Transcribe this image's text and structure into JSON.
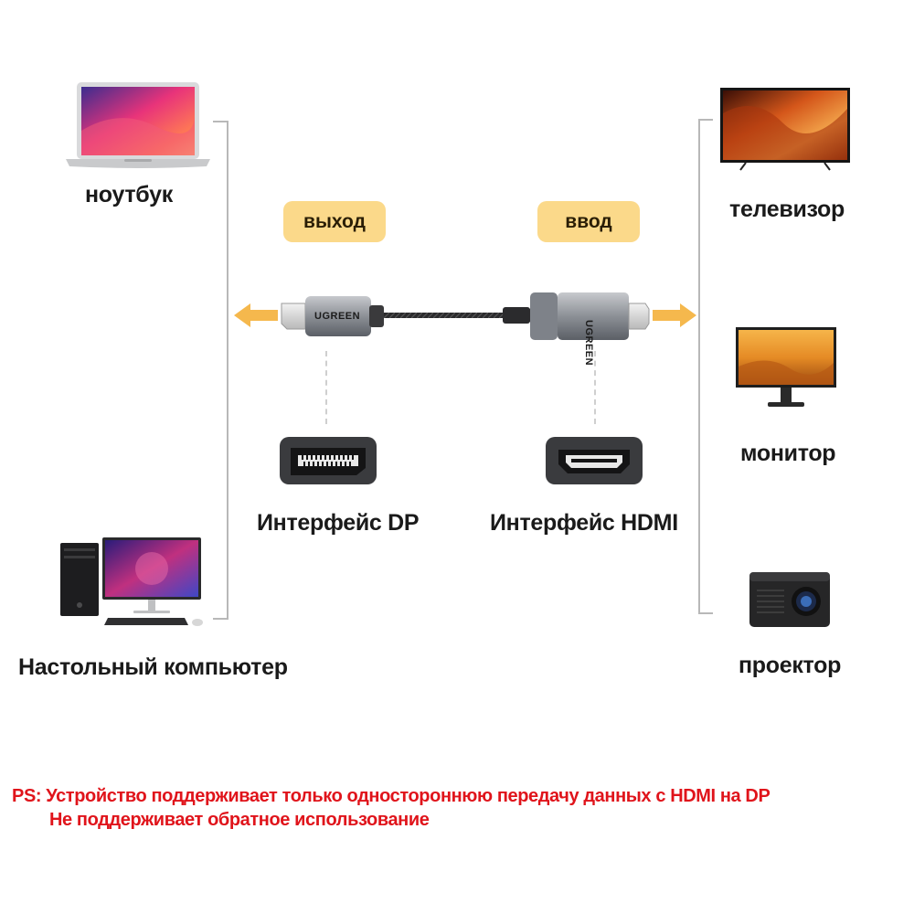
{
  "devices": {
    "laptop": "ноутбук",
    "desktop": "Настольный компьютер",
    "tv": "телевизор",
    "monitor": "монитор",
    "projector": "проектор"
  },
  "cable": {
    "output_pill": "выход",
    "input_pill": "ввод",
    "brand": "UGREEN",
    "dp_interface": "Интерфейс DP",
    "hdmi_interface": "Интерфейс HDMI"
  },
  "note": {
    "line1": "PS: Устройство поддерживает только одностороннюю передачу данных с HDMI на DP",
    "line2": "Не поддерживает обратное использование"
  },
  "colors": {
    "pill_bg": "#fbd98a",
    "arrow": "#f5b84d",
    "note_text": "#e0141b",
    "bracket": "#b8b8b8"
  }
}
